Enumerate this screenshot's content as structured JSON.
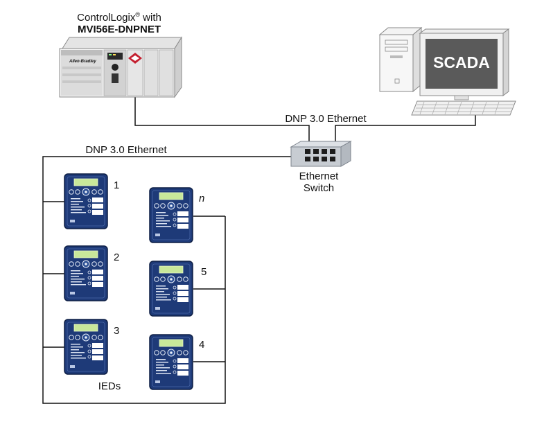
{
  "controller": {
    "title_line1": "ControlLogix",
    "registered_mark": "®",
    "title_line1_suffix": " with",
    "title_line2": "MVI56E-DNPNET",
    "brand_text": "Allen-Bradley"
  },
  "scada": {
    "label": "SCADA"
  },
  "network": {
    "link_top": "DNP 3.0 Ethernet",
    "link_left": "DNP 3.0 Ethernet"
  },
  "switch": {
    "label_line1": "Ethernet",
    "label_line2": "Switch"
  },
  "ieds": {
    "group_label": "IEDs",
    "devices": [
      {
        "label": "1"
      },
      {
        "label": "2"
      },
      {
        "label": "3"
      },
      {
        "label": "n"
      },
      {
        "label": "5"
      },
      {
        "label": "4"
      }
    ]
  },
  "colors": {
    "ied_body": "#1e3a78",
    "ied_screen": "#c8e89a",
    "scada_screen": "#5a5a5a",
    "switch_body": "#c7ccd2",
    "wire": "#111111"
  },
  "icons": [
    "controllogix-chassis-icon",
    "scada-workstation-icon",
    "ethernet-switch-icon",
    "ied-relay-icon"
  ]
}
